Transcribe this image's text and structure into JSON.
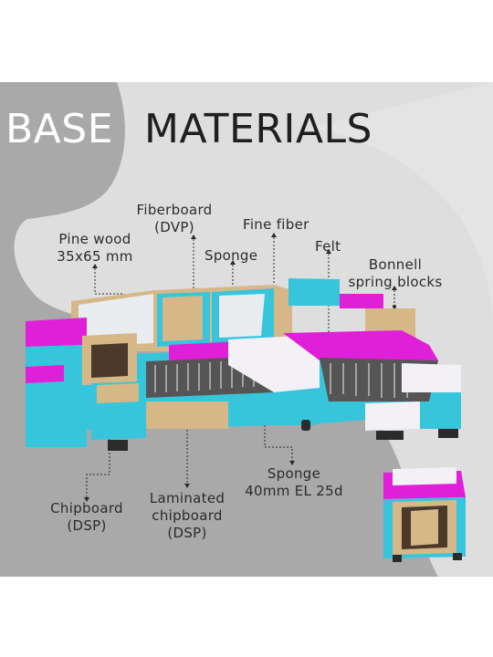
{
  "title": {
    "word1": "BASE",
    "word2": "MATERIALS"
  },
  "labels": {
    "pine_wood": "Pine wood",
    "pine_wood_size": "35x65 mm",
    "fiberboard": "Fiberboard",
    "fiberboard_abbr": "(DVP)",
    "sponge_top": "Sponge",
    "fine_fiber": "Fine fiber",
    "felt": "Felt",
    "bonnell_1": "Bonnell",
    "bonnell_2": "spring blocks",
    "chipboard": "Chipboard",
    "chipboard_abbr": "(DSP)",
    "laminated_1": "Laminated",
    "laminated_2": "chipboard",
    "laminated_abbr": "(DSP)",
    "sponge_bottom": "Sponge",
    "sponge_spec": "40mm EL 25d"
  },
  "colors": {
    "panel": "#dedede",
    "blob": "#a9a9a9",
    "cyan": "#37c5dc",
    "magenta": "#e020d8",
    "wood": "#d6b888",
    "white_fiber": "#f3f0f6",
    "dark": "#2b2b2b"
  }
}
